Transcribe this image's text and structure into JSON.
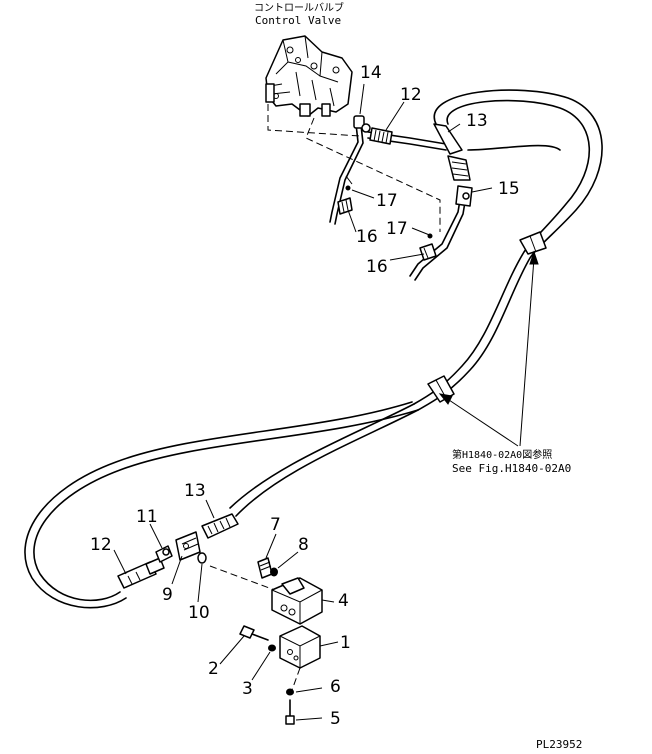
{
  "header": {
    "caption_jp": "コントロールバルブ",
    "caption_en": "Control Valve"
  },
  "reference": {
    "line_jp": "第H1840-02A0図参照",
    "line_en": "See Fig.H1840-02A0"
  },
  "callouts": {
    "c1": "1",
    "c2": "2",
    "c3": "3",
    "c4": "4",
    "c5": "5",
    "c6": "6",
    "c7": "7",
    "c8": "8",
    "c9": "9",
    "c10": "10",
    "c11": "11",
    "c12_top": "12",
    "c12_bottom": "12",
    "c13_top": "13",
    "c13_bottom": "13",
    "c14": "14",
    "c15": "15",
    "c16_a": "16",
    "c16_b": "16",
    "c17_a": "17",
    "c17_b": "17"
  },
  "footer": {
    "figure_id": "PL23952"
  }
}
